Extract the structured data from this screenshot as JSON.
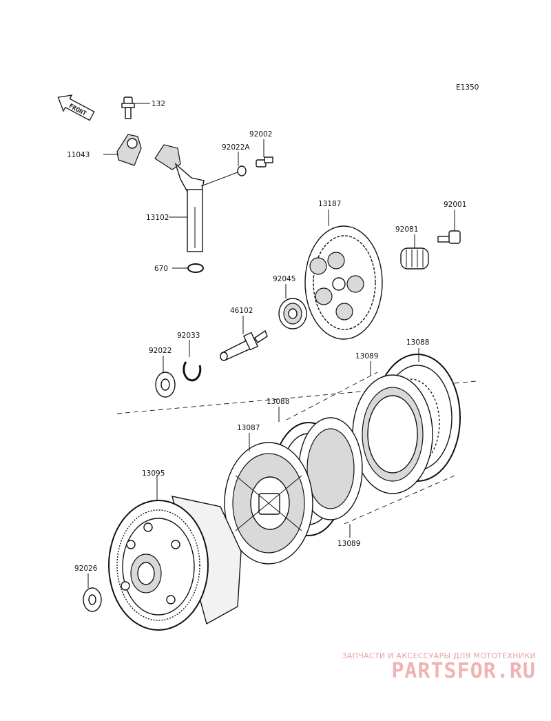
{
  "diagram": {
    "code": "E1350",
    "front_label": "FRONT",
    "parts": [
      "132",
      "11043",
      "92002",
      "92022A",
      "13102",
      "670",
      "13187",
      "92001",
      "92081",
      "92045",
      "46102",
      "92033",
      "92022",
      "13088",
      "13089",
      "13088",
      "13087",
      "13089",
      "13095",
      "92026"
    ]
  },
  "watermark": {
    "tagline": "ЗАПЧАСТИ И АКСЕССУАРЫ ДЛЯ МОТОТЕХНИКИ",
    "brand": "PARTSFOR.RU"
  }
}
